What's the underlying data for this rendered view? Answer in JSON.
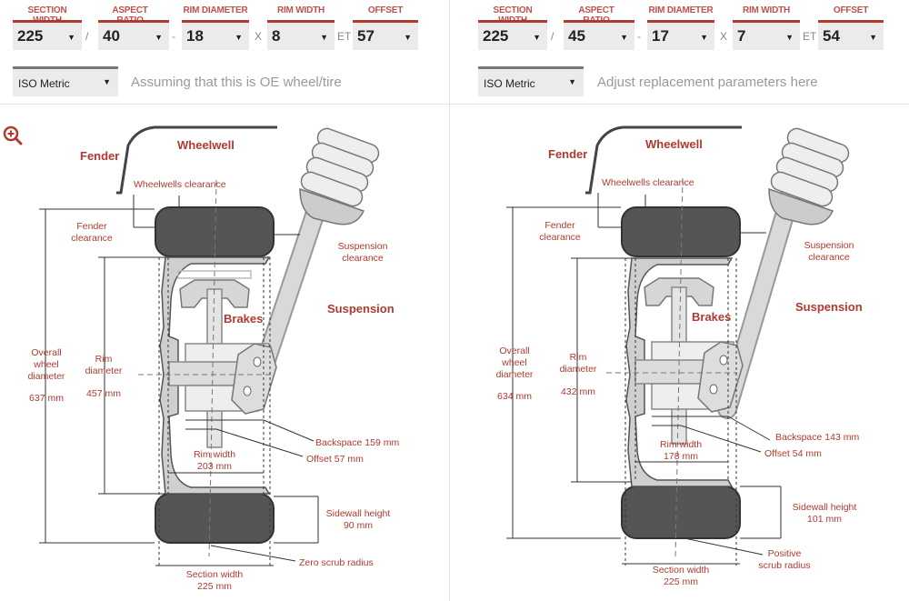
{
  "colors": {
    "accent": "#b03a2e",
    "label_red": "#c0504d",
    "tire": "#555555",
    "part": "#dadada"
  },
  "left": {
    "params": {
      "section_width": {
        "label": "SECTION WIDTH",
        "value": "225"
      },
      "aspect_ratio": {
        "label": "ASPECT RATIO",
        "value": "40"
      },
      "rim_diameter": {
        "label": "RIM DIAMETER",
        "value": "18"
      },
      "rim_width": {
        "label": "RIM WIDTH",
        "value": "8"
      },
      "offset": {
        "label": "OFFSET",
        "value": "57"
      }
    },
    "separators": {
      "s1": "/",
      "s2": "-",
      "s3": "X",
      "s4": "ET"
    },
    "system": "ISO Metric",
    "note": "Assuming that this is OE wheel/tire",
    "zoom_icon": "zoom-in-icon",
    "diagram": {
      "fender": "Fender",
      "wheelwell": "Wheelwell",
      "wheelwells_clearance": "Wheelwells clearance",
      "fender_clearance_1": "Fender",
      "fender_clearance_2": "clearance",
      "suspension_clearance_1": "Suspension",
      "suspension_clearance_2": "clearance",
      "suspension": "Suspension",
      "brakes": "Brakes",
      "overall_1": "Overall",
      "overall_2": "wheel",
      "overall_3": "diameter",
      "overall_value": "637 mm",
      "rim_diam_1": "Rim",
      "rim_diam_2": "diameter",
      "rim_diam_value": "457 mm",
      "backspace": "Backspace 159 mm",
      "offset": "Offset 57 mm",
      "rim_width_1": "Rim width",
      "rim_width_2": "203 mm",
      "sidewall_1": "Sidewall height",
      "sidewall_2": "90 mm",
      "scrub_1": "Zero scrub radius",
      "scrub_2": "",
      "section_width_1": "Section width",
      "section_width_2": "225 mm"
    }
  },
  "right": {
    "params": {
      "section_width": {
        "label": "SECTION WIDTH",
        "value": "225"
      },
      "aspect_ratio": {
        "label": "ASPECT RATIO",
        "value": "45"
      },
      "rim_diameter": {
        "label": "RIM DIAMETER",
        "value": "17"
      },
      "rim_width": {
        "label": "RIM WIDTH",
        "value": "7"
      },
      "offset": {
        "label": "OFFSET",
        "value": "54"
      }
    },
    "separators": {
      "s1": "/",
      "s2": "-",
      "s3": "X",
      "s4": "ET"
    },
    "system": "ISO Metric",
    "note": "Adjust replacement parameters here",
    "diagram": {
      "fender": "Fender",
      "wheelwell": "Wheelwell",
      "wheelwells_clearance": "Wheelwells clearance",
      "fender_clearance_1": "Fender",
      "fender_clearance_2": "clearance",
      "suspension_clearance_1": "Suspension",
      "suspension_clearance_2": "clearance",
      "suspension": "Suspension",
      "brakes": "Brakes",
      "overall_1": "Overall",
      "overall_2": "wheel",
      "overall_3": "diameter",
      "overall_value": "634 mm",
      "rim_diam_1": "Rim",
      "rim_diam_2": "diameter",
      "rim_diam_value": "432 mm",
      "backspace": "Backspace 143 mm",
      "offset": "Offset 54 mm",
      "rim_width_1": "Rim width",
      "rim_width_2": "178 mm",
      "sidewall_1": "Sidewall height",
      "sidewall_2": "101 mm",
      "scrub_1": "Positive",
      "scrub_2": "scrub radius",
      "section_width_1": "Section width",
      "section_width_2": "225 mm"
    }
  }
}
